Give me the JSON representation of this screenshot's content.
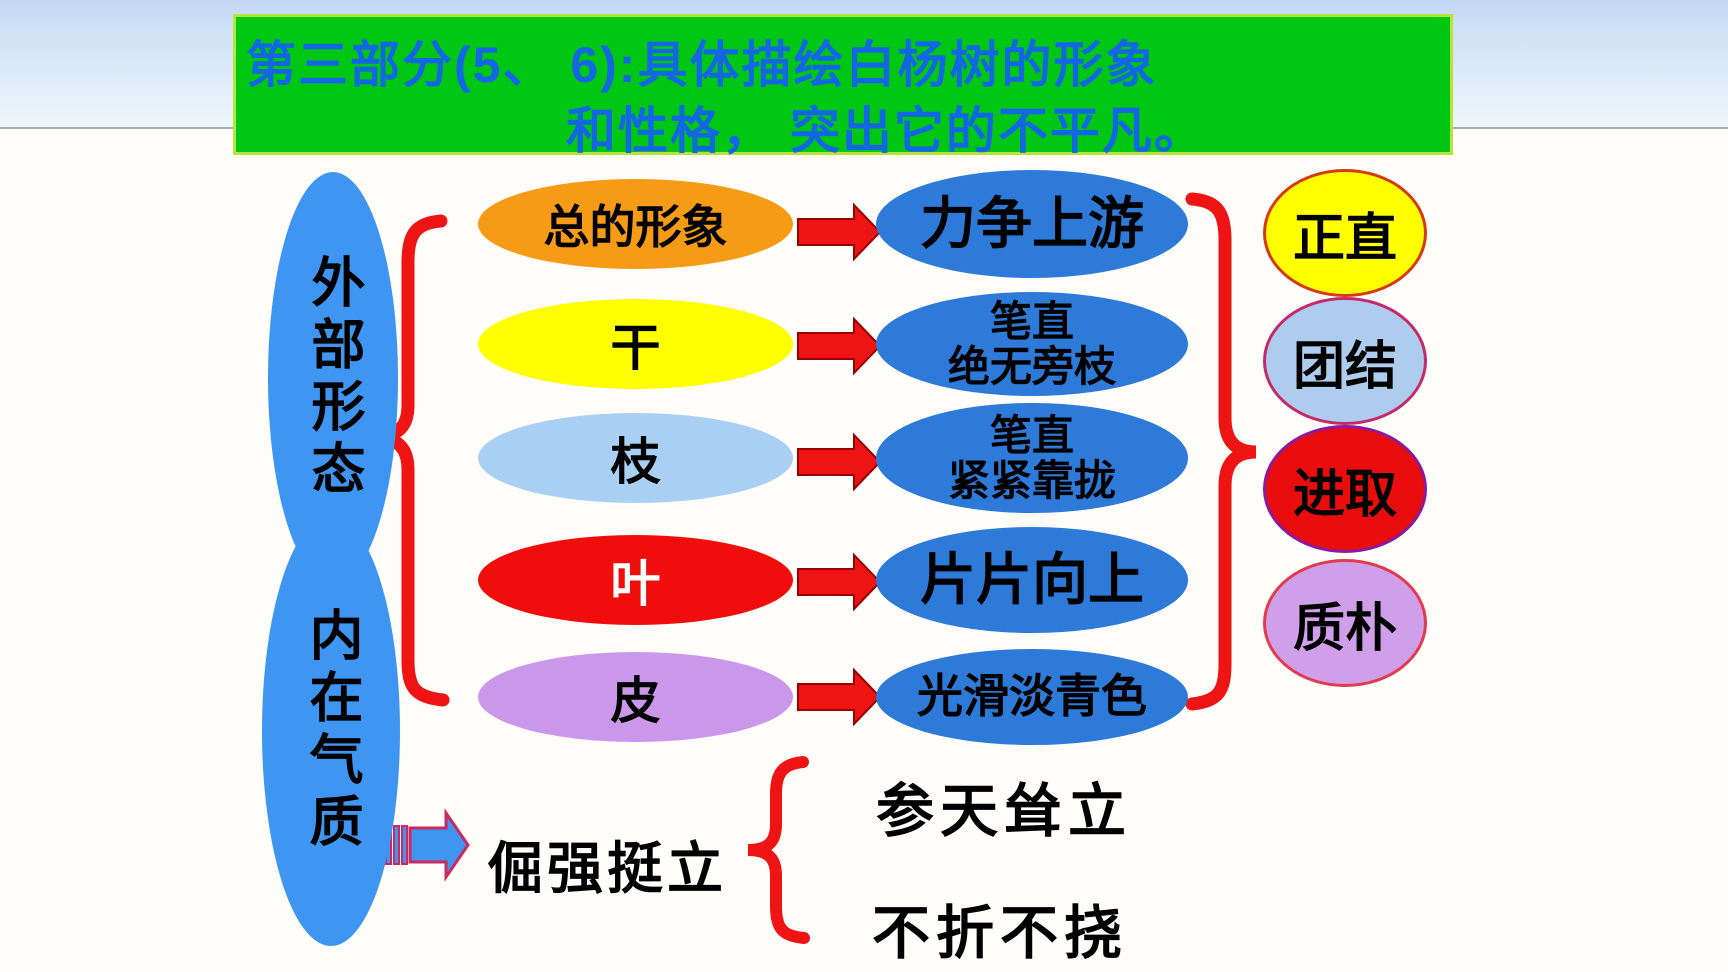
{
  "title": {
    "line1": "第三部分(5、 6):具体描绘白杨树的形象",
    "line2": "和性格， 突出它的不平凡。",
    "bg_color": "#00c713",
    "border_color": "#b7e33a",
    "text_color": "#1467e4"
  },
  "categories": [
    {
      "label": "外部形态",
      "color": "#3e96f2"
    },
    {
      "label": "内在气质",
      "color": "#3e96f2"
    }
  ],
  "rows": [
    {
      "part": "总的形象",
      "part_color": "#f59b16",
      "part_text_color": "#000000",
      "result_lines": [
        "力争上游"
      ]
    },
    {
      "part": "干",
      "part_color": "#ffff00",
      "part_text_color": "#000000",
      "result_lines": [
        "笔直",
        "绝无旁枝"
      ]
    },
    {
      "part": "枝",
      "part_color": "#a9cff2",
      "part_text_color": "#000000",
      "result_lines": [
        "笔直",
        "紧紧靠拢"
      ]
    },
    {
      "part": "叶",
      "part_color": "#f20d0d",
      "part_text_color": "#ffffff",
      "result_lines": [
        "片片向上"
      ]
    },
    {
      "part": "皮",
      "part_color": "#cb97ea",
      "part_text_color": "#000000",
      "result_lines": [
        "光滑淡青色"
      ]
    }
  ],
  "result_fill_color": "#2e7ad8",
  "qualities": [
    {
      "label": "正直",
      "fill": "#ffff00",
      "border": "#d63a10"
    },
    {
      "label": "团结",
      "fill": "#aecdee",
      "border": "#c42a6a"
    },
    {
      "label": "进取",
      "fill": "#e90d0d",
      "border": "#8c1a9e"
    },
    {
      "label": "质朴",
      "fill": "#cfa0e9",
      "border": "#e23a4e"
    }
  ],
  "inner": {
    "trait": "倔强挺立",
    "items": [
      "参天耸立",
      "不折不挠"
    ]
  },
  "connector_color": "#ee1414",
  "inner_arrow_fill": "#4095f0",
  "inner_arrow_border": "#cc2a5e"
}
